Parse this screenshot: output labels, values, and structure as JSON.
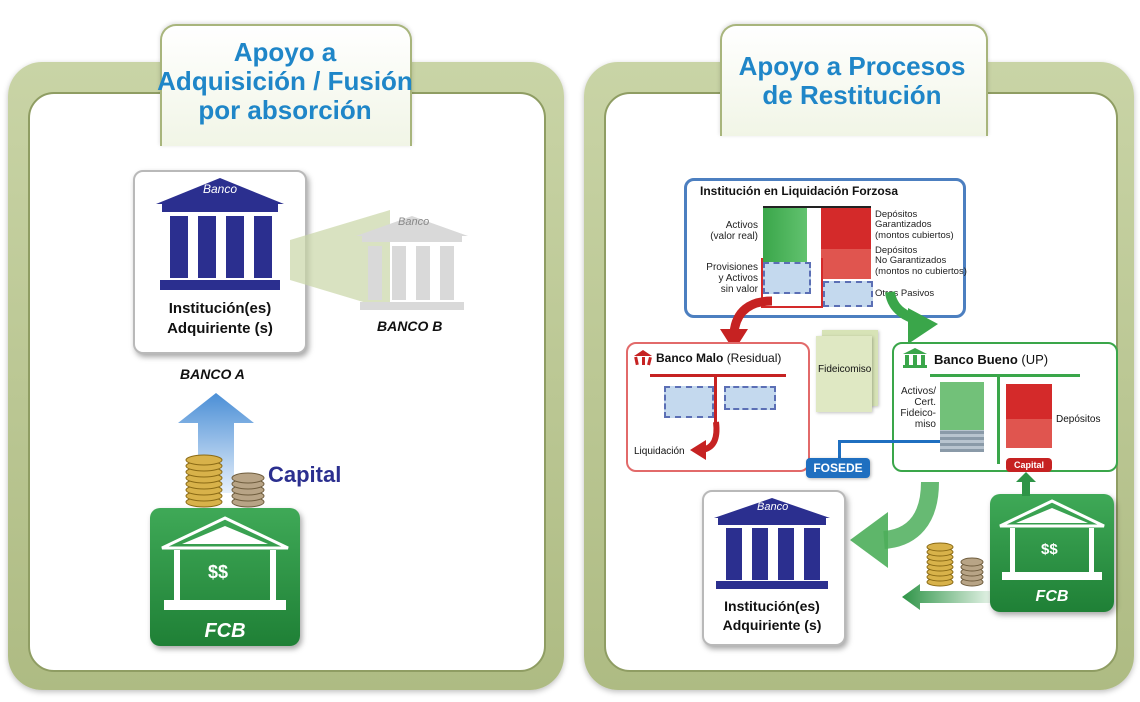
{
  "left": {
    "title_line1": "Apoyo a",
    "title_line2": "Adquisición / Fusión",
    "title_line3": "por absorción",
    "bank_a_sign": "Banco",
    "bank_a_caption_line1": "Institución(es)",
    "bank_a_caption_line2": "Adquiriente (s)",
    "bank_a_name": "BANCO A",
    "bank_b_sign": "Banco",
    "bank_b_name": "BANCO B",
    "capital_label": "Capital",
    "fcb_symbol": "$$",
    "fcb_name": "FCB"
  },
  "right": {
    "title_line1": "Apoyo a Procesos",
    "title_line2": "de Restitución",
    "liquidation_box": {
      "title": "Institución en Liquidación Forzosa",
      "assets_line1": "Activos",
      "assets_line2": "(valor real)",
      "provisions_line1": "Provisiones",
      "provisions_line2": "y Activos",
      "provisions_line3": "sin valor",
      "deposits_g_line1": "Depósitos",
      "deposits_g_line2": "Garantizados",
      "deposits_g_line3": "(montos cubiertos)",
      "deposits_ng_line1": "Depósitos",
      "deposits_ng_line2": "No Garantizados",
      "deposits_ng_line3": "(montos no cubiertos)",
      "other_liabilities": "Otros Pasivos"
    },
    "bad_bank_title": "Banco Malo",
    "bad_bank_sub": "(Residual)",
    "liquidation_label": "Liquidación",
    "trust_label": "Fideicomiso",
    "good_bank_title": "Banco Bueno",
    "good_bank_sub": "(UP)",
    "good_assets_line1": "Activos/",
    "good_assets_line2": "Cert.",
    "good_assets_line3": "Fideico-",
    "good_assets_line4": "miso",
    "good_deposits": "Depósitos",
    "good_capital": "Capital",
    "fosede_label": "FOSEDE",
    "acq_sign": "Banco",
    "acq_caption_line1": "Institución(es)",
    "acq_caption_line2": "Adquiriente (s)",
    "fcb_symbol": "$$",
    "fcb_name": "FCB"
  },
  "colors": {
    "title_blue": "#1f86c8",
    "bank_navy": "#2b2f8f",
    "fcb_green": "#2e9447",
    "red": "#d42a2a",
    "green": "#3aa64a",
    "light_blue": "#c4d9ee",
    "fosede_blue": "#1f6fc0"
  }
}
